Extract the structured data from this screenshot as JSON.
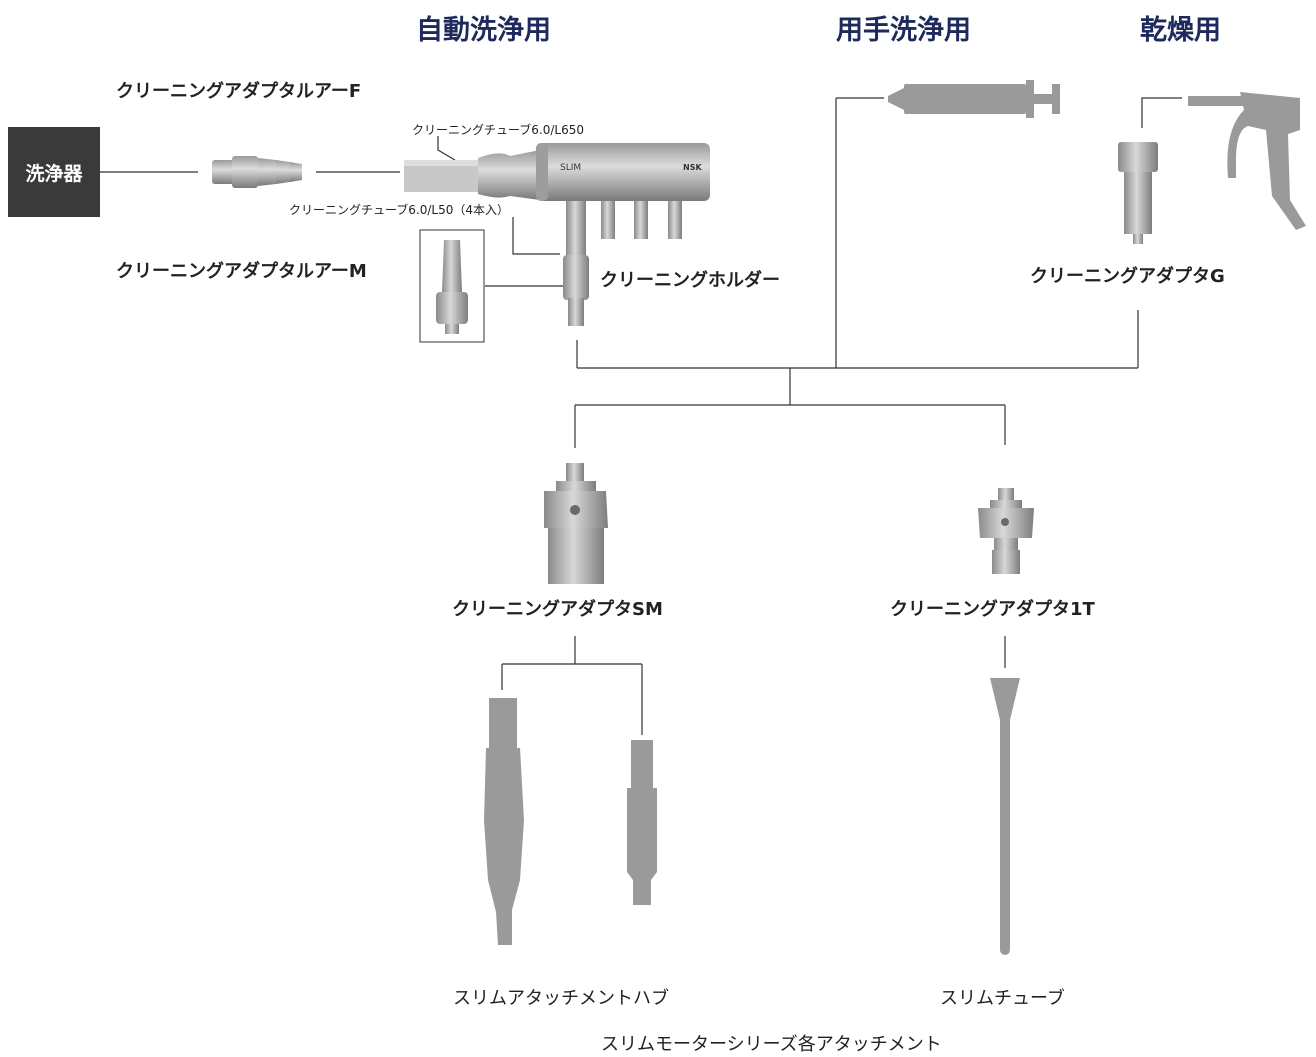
{
  "headers": {
    "auto_wash": "自動洗浄用",
    "manual_wash": "用手洗浄用",
    "drying": "乾燥用"
  },
  "washer_label": "洗浄器",
  "labels": {
    "adapter_f": "クリーニングアダプタルアーF",
    "adapter_m": "クリーニングアダプタルアーM",
    "tube_650": "クリーニングチューブ6.0/L650",
    "tube_50": "クリーニングチューブ6.0/L50（4本入）",
    "holder": "クリーニングホルダー",
    "adapter_g": "クリーニングアダプタG",
    "adapter_sm": "クリーニングアダプタSM",
    "adapter_1t": "クリーニングアダプタ1T",
    "hub": "スリムアタッチメントハブ",
    "slim_tube": "スリムチューブ",
    "series": "スリムモーターシリーズ各アタッチメント"
  },
  "holder_markings": {
    "left": "SLIM",
    "right": "NSK"
  },
  "colors": {
    "header_navy": "#1f2a5c",
    "washer_box": "#3a3a3a",
    "line": "#333333",
    "device_gray": "#9a9a9a",
    "metal": "#b5b5b5"
  }
}
